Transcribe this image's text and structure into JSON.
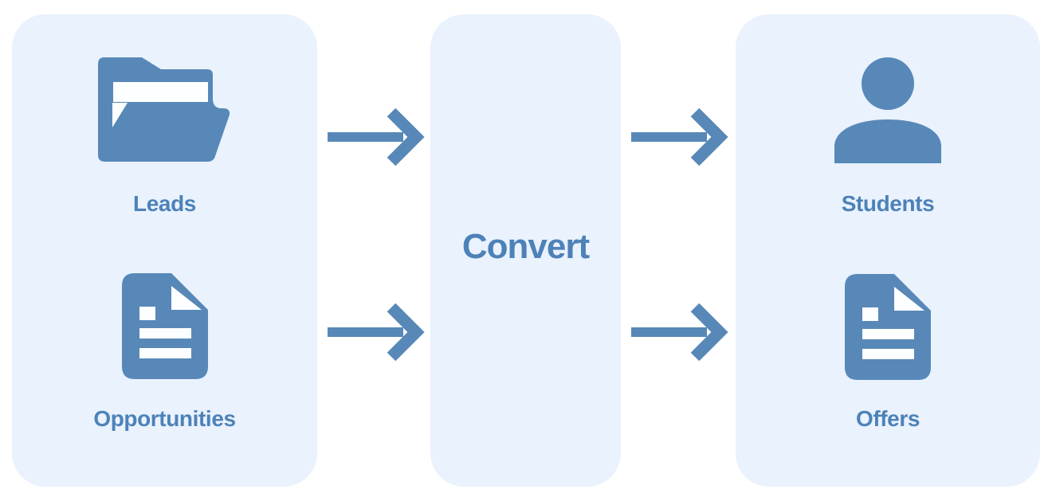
{
  "title": "Convert flow diagram",
  "colors": {
    "panel_bg": "#e9f2fd",
    "icon_blue": "#5888b8",
    "text_blue": "#4d82b8",
    "page_bg": "#ffffff"
  },
  "left_panel": {
    "items": [
      {
        "icon": "folder-open-icon",
        "label": "Leads"
      },
      {
        "icon": "document-icon",
        "label": "Opportunities"
      }
    ]
  },
  "center_panel": {
    "label": "Convert"
  },
  "right_panel": {
    "items": [
      {
        "icon": "person-icon",
        "label": "Students"
      },
      {
        "icon": "document-icon",
        "label": "Offers"
      }
    ]
  },
  "arrows": [
    {
      "icon": "arrow-right-icon",
      "from": "Leads",
      "to": "Convert"
    },
    {
      "icon": "arrow-right-icon",
      "from": "Opportunities",
      "to": "Convert"
    },
    {
      "icon": "arrow-right-icon",
      "from": "Convert",
      "to": "Students"
    },
    {
      "icon": "arrow-right-icon",
      "from": "Convert",
      "to": "Offers"
    }
  ]
}
